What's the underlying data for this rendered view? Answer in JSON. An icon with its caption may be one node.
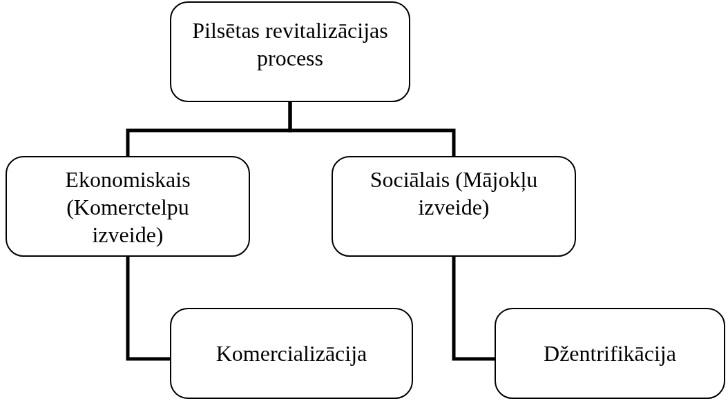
{
  "diagram": {
    "nodes": [
      {
        "text": [
          "Pilsētas revitalizācijas process"
        ]
      },
      {
        "text": [
          "Ekonomiskais (Komerctelpu izveide)"
        ]
      },
      {
        "text": [
          "Sociālais (Mājokļu izveide)"
        ]
      },
      {
        "text": [
          "Komercializācija"
        ]
      },
      {
        "text": [
          "Džentrifikācija"
        ]
      }
    ],
    "edges": [
      {
        "from": 0,
        "to": 1,
        "arrow": "none"
      },
      {
        "from": 0,
        "to": 2,
        "arrow": "none"
      },
      {
        "from": 1,
        "to": 3,
        "arrow": "none"
      },
      {
        "from": 2,
        "to": 4,
        "arrow": "none"
      }
    ]
  }
}
